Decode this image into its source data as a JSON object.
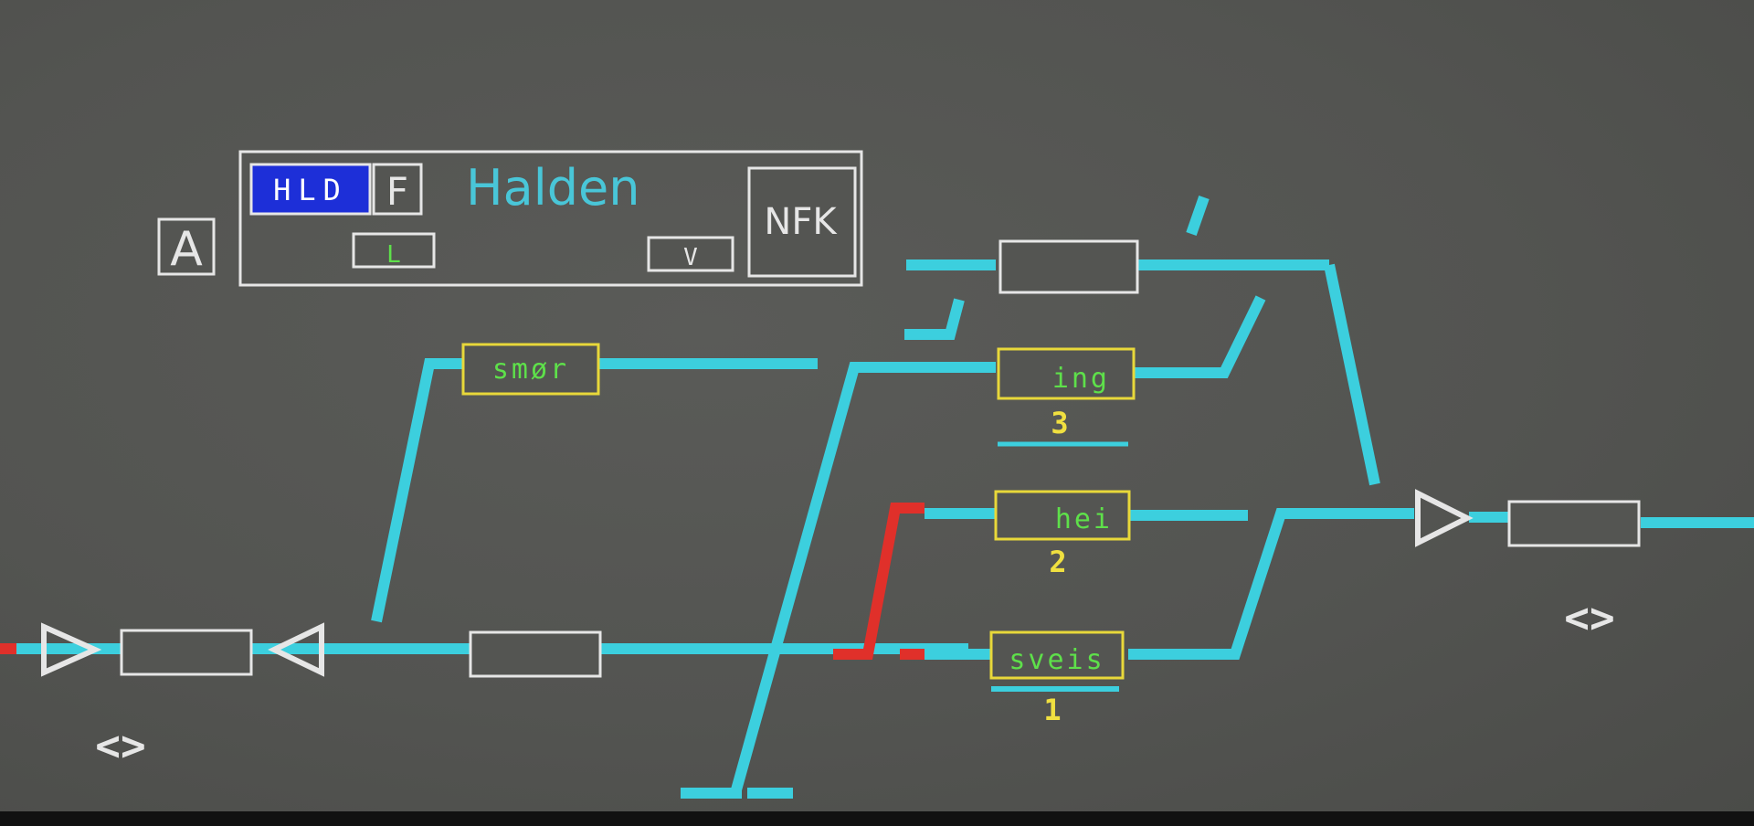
{
  "station": {
    "code": "HLD",
    "name": "Halden",
    "f_button": "F",
    "l_button": "L",
    "v_button": "V",
    "nfk_button": "NFK",
    "a_button": "A"
  },
  "tracks": {
    "smor_label": "smør",
    "ing_label": "ing",
    "hei_label": "hei",
    "sveis_label": "sveis",
    "track3": "3",
    "track2": "2",
    "track1": "1"
  },
  "direction_symbols": {
    "left": "<>",
    "right": "<>"
  },
  "colors": {
    "track": "#3ccfde",
    "occupied": "#e0302a",
    "frame": "#e6e6e6",
    "label_frame": "#e8d83a",
    "label_text": "#5ee04a",
    "track_number": "#f0e040",
    "station_name": "#49c6d8",
    "hld_bg": "#1d2fd8"
  }
}
